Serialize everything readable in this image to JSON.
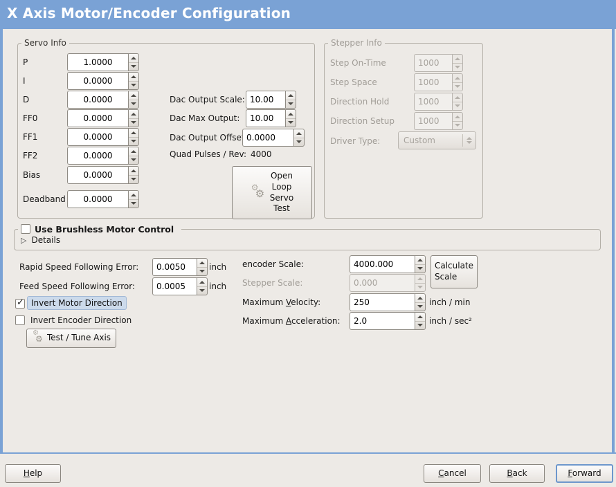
{
  "window": {
    "title": "X Axis Motor/Encoder Configuration"
  },
  "icons": {
    "gears": "⚙",
    "check": "✓",
    "expander": "▷"
  },
  "colors": {
    "titlebar": "#7aa2d5",
    "background": "#edeae6",
    "focus_highlight": "#ccdaeb"
  },
  "servo_info": {
    "title": "Servo Info",
    "params": [
      {
        "label": "P",
        "value": "1.0000"
      },
      {
        "label": "I",
        "value": "0.0000"
      },
      {
        "label": "D",
        "value": "0.0000"
      },
      {
        "label": "FF0",
        "value": "0.0000"
      },
      {
        "label": "FF1",
        "value": "0.0000"
      },
      {
        "label": "FF2",
        "value": "0.0000"
      },
      {
        "label": "Bias",
        "value": "0.0000"
      },
      {
        "label": "Deadband",
        "value": "0.0000"
      }
    ],
    "dac_output_scale": {
      "label": "Dac Output Scale:",
      "value": "10.00"
    },
    "dac_max_output": {
      "label": "Dac Max Output:",
      "value": "10.00"
    },
    "dac_output_offset": {
      "label": "Dac Output Offset:",
      "value": "0.0000"
    },
    "quad_pulses": {
      "label": "Quad Pulses / Rev:",
      "value": "4000"
    },
    "open_loop_button": "Open\nLoop\nServo\nTest"
  },
  "stepper_info": {
    "title": "Stepper Info",
    "params": [
      {
        "label": "Step On-Time",
        "value": "1000"
      },
      {
        "label": "Step Space",
        "value": "1000"
      },
      {
        "label": "Direction Hold",
        "value": "1000"
      },
      {
        "label": "Direction Setup",
        "value": "1000"
      }
    ],
    "driver_type": {
      "label": "Driver Type:",
      "value": "Custom"
    }
  },
  "brushless": {
    "title": "Use Brushless Motor Control",
    "details": "Details"
  },
  "following_error": {
    "rapid": {
      "label": "Rapid Speed Following Error:",
      "value": "0.0050",
      "unit": "inch"
    },
    "feed": {
      "label": "Feed Speed Following Error:",
      "value": "0.0005",
      "unit": "inch"
    }
  },
  "scales": {
    "encoder": {
      "label": "encoder Scale:",
      "value": "4000.000"
    },
    "stepper": {
      "label": "Stepper Scale:",
      "value": "0.000"
    },
    "calculate_button": "Calculate\nScale",
    "velocity": {
      "pre": "Maximum ",
      "mn": "V",
      "post": "elocity:",
      "value": "250",
      "unit": "inch / min"
    },
    "acceleration": {
      "pre": "Maximum ",
      "mn": "A",
      "post": "cceleration:",
      "value": "2.0",
      "unit": "inch / sec²"
    }
  },
  "direction": {
    "invert_motor": "Invert Motor Direction",
    "invert_encoder": "Invert Encoder Direction",
    "test_button": "Test / Tune Axis"
  },
  "footer": {
    "help": {
      "mn": "H",
      "rest": "elp"
    },
    "cancel": {
      "mn": "C",
      "rest": "ancel"
    },
    "back": {
      "mn": "B",
      "rest": "ack"
    },
    "forward": {
      "mn": "F",
      "rest": "orward"
    }
  }
}
